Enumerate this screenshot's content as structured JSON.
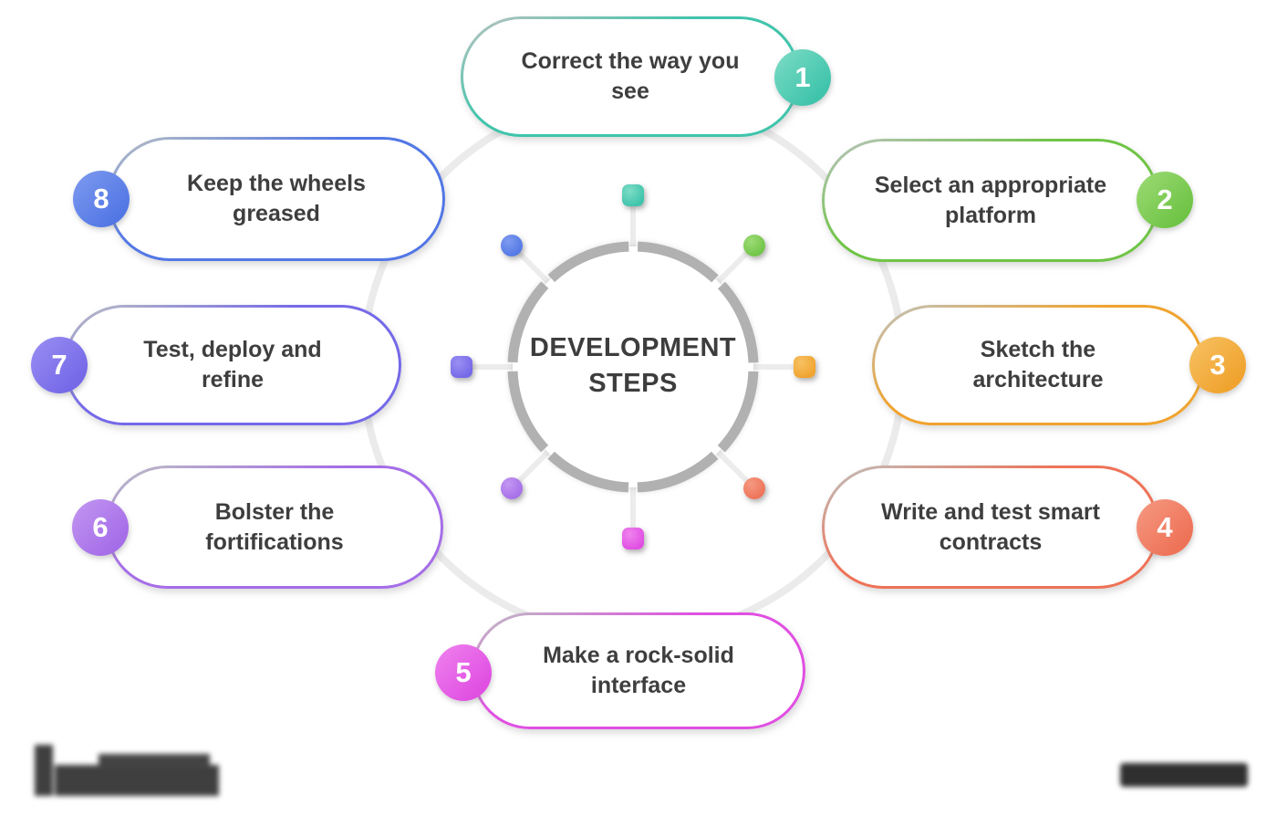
{
  "title": "DEVELOPMENT STEPS",
  "steps": [
    {
      "number": "1",
      "label": "Correct the way you see",
      "color": "#3fc4ab",
      "color_light": "#7edcc6",
      "badge_side": "right",
      "direction": "n"
    },
    {
      "number": "2",
      "label": "Select an appropriate platform",
      "color": "#6fc446",
      "color_light": "#9ddb76",
      "badge_side": "right",
      "direction": "ne"
    },
    {
      "number": "3",
      "label": "Sketch the architecture",
      "color": "#f0a32e",
      "color_light": "#f7c264",
      "badge_side": "right",
      "direction": "e"
    },
    {
      "number": "4",
      "label": "Write and test smart contracts",
      "color": "#ee7257",
      "color_light": "#f59a82",
      "badge_side": "right",
      "direction": "se"
    },
    {
      "number": "5",
      "label": "Make a rock-solid interface",
      "color": "#e04fe2",
      "color_light": "#ef83ee",
      "badge_side": "left",
      "direction": "s"
    },
    {
      "number": "6",
      "label": "Bolster the fortifications",
      "color": "#a56de8",
      "color_light": "#c397f1",
      "badge_side": "left",
      "direction": "sw"
    },
    {
      "number": "7",
      "label": "Test, deploy and refine",
      "color": "#7569e8",
      "color_light": "#9a8ff2",
      "badge_side": "left",
      "direction": "w"
    },
    {
      "number": "8",
      "label": "Keep the wheels greased",
      "color": "#5277e5",
      "color_light": "#7f9bef",
      "badge_side": "left",
      "direction": "nw"
    }
  ],
  "hub": {
    "ring_color": "#b1b1b1",
    "spoke_color": "#ececec",
    "outer_circle_color": "#ebebeb",
    "text_color": "#3d3d3d"
  },
  "watermarks": {
    "bottom_left": "illegible blurred logo",
    "bottom_right": "illegible blurred wordmark"
  }
}
